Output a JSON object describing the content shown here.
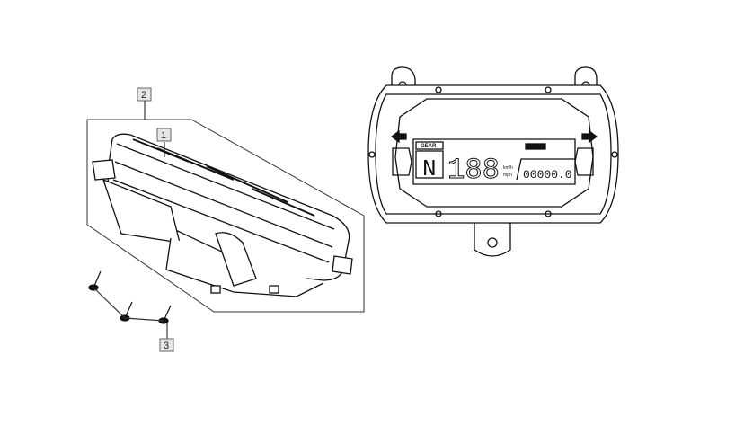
{
  "callouts": [
    {
      "number": "1"
    },
    {
      "number": "2"
    },
    {
      "number": "3"
    }
  ],
  "display": {
    "gear_label": "GEAR",
    "speed_unit": "km/h",
    "speed_unit_alt": "mph",
    "odometer": "00000.0"
  },
  "colors": {
    "line": "#111111",
    "label_box": "#e6e6e6"
  }
}
